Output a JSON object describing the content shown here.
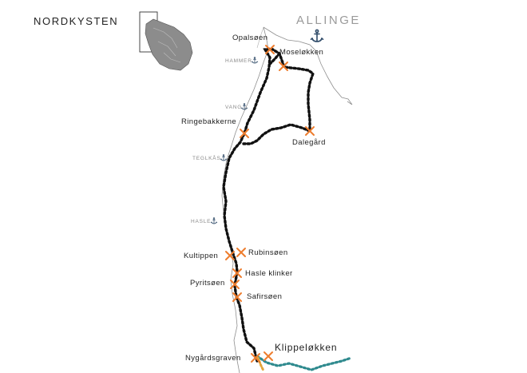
{
  "title": "NORDKYSTEN",
  "town": "ALLINGE",
  "colors": {
    "route": "#111111",
    "route_extension": "#2f8a8e",
    "marker": "#ee7d2e",
    "anchor": "#2e4a68",
    "coast": "#8f8f8f"
  },
  "icons": {
    "marker": "x-marker-icon",
    "harbor": "anchor-icon",
    "overview": "island-silhouette-icon"
  },
  "sites": [
    {
      "name": "Opalsøen"
    },
    {
      "name": "Moseløkken"
    },
    {
      "name": "Ringebakkerne"
    },
    {
      "name": "Dalegård"
    },
    {
      "name": "Kultippen"
    },
    {
      "name": "Rubinsøen"
    },
    {
      "name": "Hasle klinker"
    },
    {
      "name": "Pyritsøen"
    },
    {
      "name": "Safirsøen"
    },
    {
      "name": "Nygårdsgraven"
    },
    {
      "name": "Klippeløkken"
    }
  ],
  "harbors": [
    {
      "name": "HAMMER"
    },
    {
      "name": "VANG"
    },
    {
      "name": "TEGLKÅS"
    },
    {
      "name": "HASLE"
    }
  ]
}
